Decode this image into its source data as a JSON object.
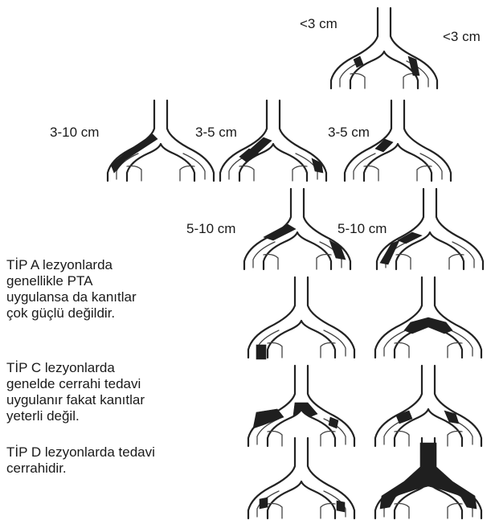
{
  "diagram": {
    "lengths": {
      "r1_left": "<3 cm",
      "r1_right": "<3 cm",
      "r2_a": "3-10 cm",
      "r2_b": "3-5 cm",
      "r2_c": "3-5 cm",
      "r3_a": "5-10 cm",
      "r3_b": "5-10 cm"
    },
    "notes": {
      "tip_a": "TİP A lezyonlarda genellikle PTA uygulansa da kanıtlar çok güçlü değildir.",
      "tip_c": "TİP C lezyonlarda genelde cerrahi tedavi uygulanır fakat kanıtlar yeterli değil.",
      "tip_d": "TİP D lezyonlarda tedavi cerrahidir."
    },
    "colors": {
      "vessel": "#222222",
      "lesion": "#1f1f1f",
      "background": "#ffffff"
    }
  }
}
